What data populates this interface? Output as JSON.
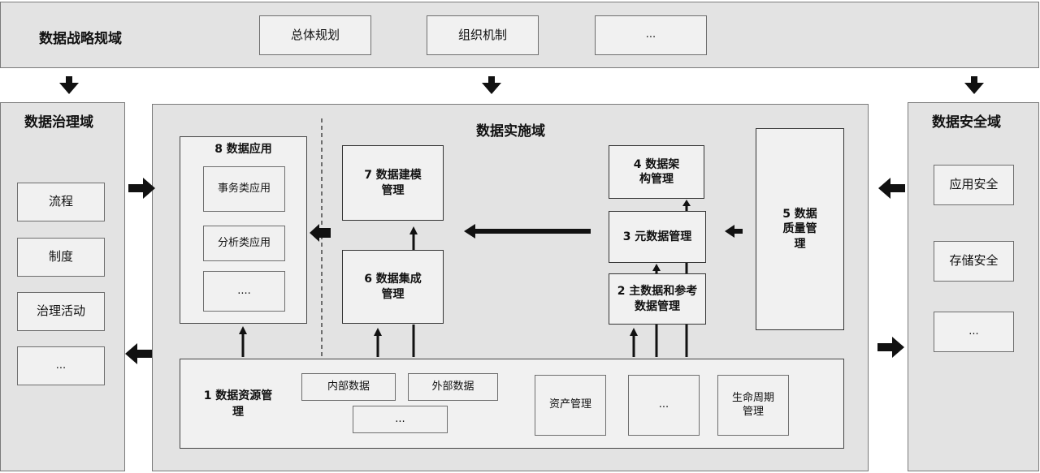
{
  "strategy": {
    "title": "数据战略规域",
    "items": [
      "总体规划",
      "组织机制",
      "..."
    ]
  },
  "governance": {
    "title": "数据治理域",
    "items": [
      "流程",
      "制度",
      "治理活动",
      "..."
    ]
  },
  "security": {
    "title": "数据安全域",
    "items": [
      "应用安全",
      "存储安全",
      "..."
    ]
  },
  "implementation": {
    "title": "数据实施域",
    "app": {
      "title": "8 数据应用",
      "items": [
        "事务类应用",
        "分析类应用",
        "...."
      ]
    },
    "modeling": "7 数据建模管理",
    "integration": "6 数据集成管理",
    "architecture": "4 数据架构管理",
    "metadata": "3 元数据管理",
    "master": "2 主数据和参考数据管理",
    "quality": "5 数据质量管理",
    "resources": {
      "title": "1 数据资源管理",
      "internal": "内部数据",
      "external": "外部数据",
      "more": "...",
      "asset": "资产管理",
      "ellipsis": "...",
      "lifecycle": "生命周期管理"
    }
  }
}
